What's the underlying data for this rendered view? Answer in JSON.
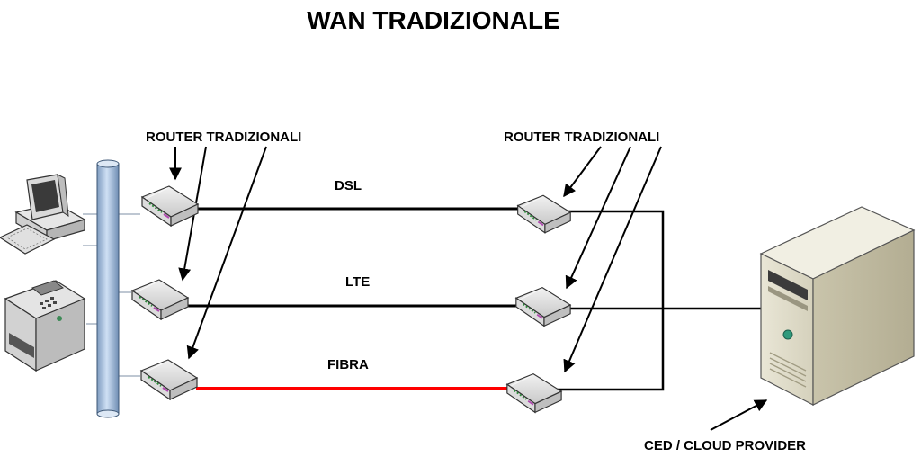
{
  "title": "WAN TRADIZIONALE",
  "labels": {
    "routers_left": "ROUTER TRADIZIONALI",
    "routers_right": "ROUTER TRADIZIONALI",
    "server": "CED / CLOUD PROVIDER"
  },
  "links": [
    {
      "name": "DSL",
      "color": "#000000"
    },
    {
      "name": "LTE",
      "color": "#000000"
    },
    {
      "name": "FIBRA",
      "color": "#ff0000"
    }
  ],
  "devices": {
    "workstation": "computer-icon",
    "printer": "printer-icon",
    "lan_bus": "network-bus-icon",
    "router": "router-icon",
    "server": "server-tower-icon"
  }
}
